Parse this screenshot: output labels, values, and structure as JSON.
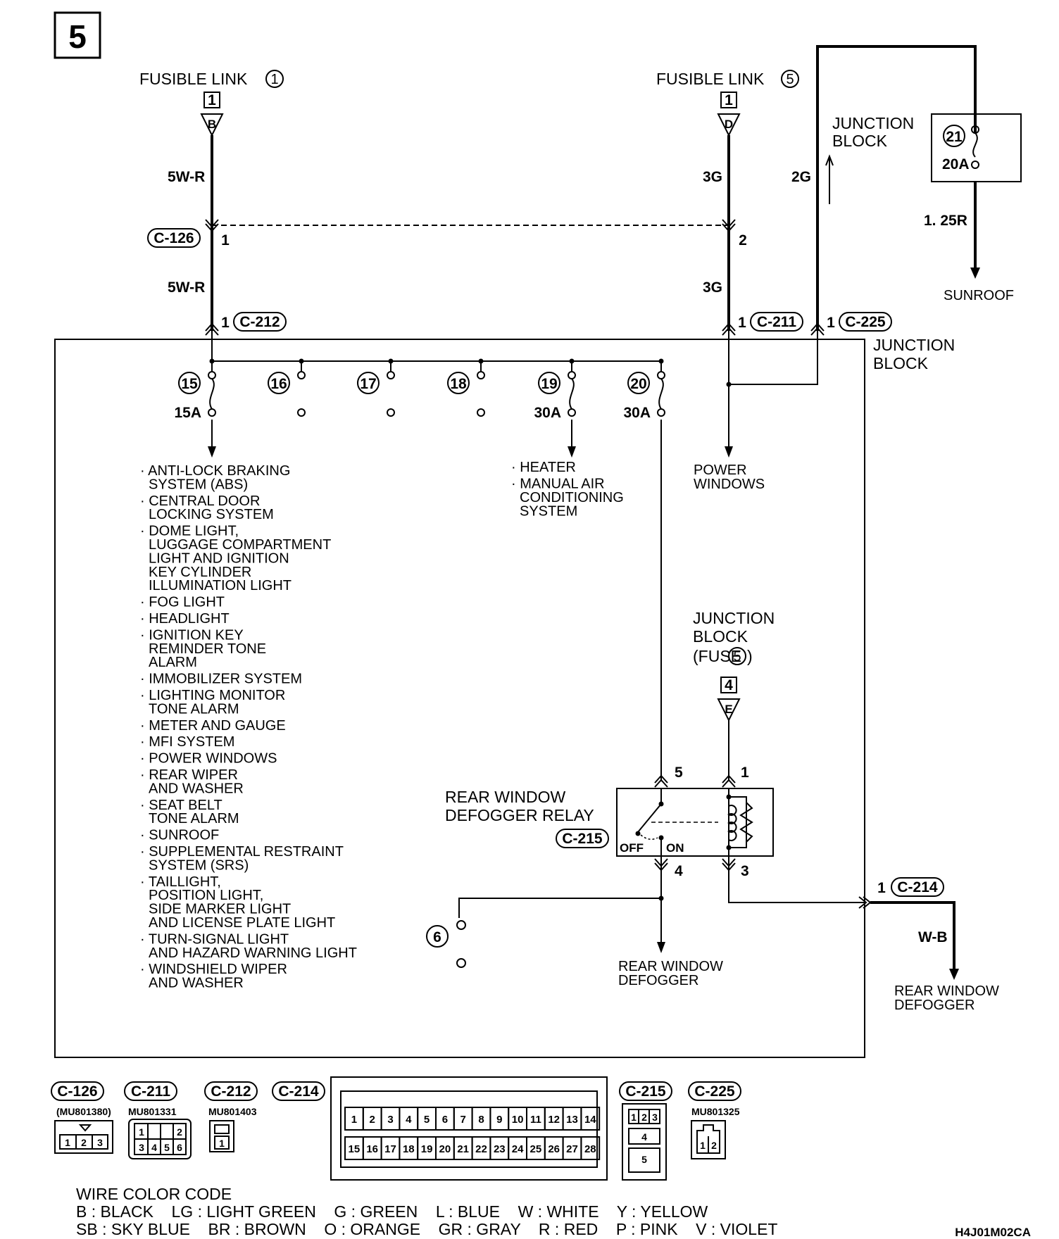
{
  "page_number": "5",
  "fusible_link_1": {
    "label": "FUSIBLE LINK",
    "num": "1",
    "term": "1",
    "pin": "B"
  },
  "fusible_link_5": {
    "label": "FUSIBLE LINK",
    "num": "5",
    "term": "1",
    "pin": "D"
  },
  "junction_block_top": {
    "label1": "JUNCTION",
    "label2": "BLOCK",
    "fuse_num": "21",
    "fuse_amp": "20A"
  },
  "junction_block_main": {
    "label1": "JUNCTION",
    "label2": "BLOCK"
  },
  "junction_block_fuse5": {
    "label1": "JUNCTION",
    "label2": "BLOCK",
    "label3": "(FUSE",
    "num": "5",
    "label3_end": ")",
    "term": "4",
    "pin": "E"
  },
  "wires": {
    "w5wr_top": "5W-R",
    "w5wr_bot": "5W-R",
    "w3g_top": "3G",
    "w3g_bot": "3G",
    "w2g": "2G",
    "w125r": "1. 25R",
    "wwb": "W-B"
  },
  "connectors": {
    "c126": "C-126",
    "c126_pin1": "1",
    "c126_pin2": "2",
    "c212": "C-212",
    "c212_pin": "1",
    "c211": "C-211",
    "c211_pin": "1",
    "c225": "C-225",
    "c225_pin": "1",
    "c214": "C-214",
    "c214_pin": "1",
    "c215": "C-215"
  },
  "fuses": [
    {
      "num": "15",
      "amp": "15A"
    },
    {
      "num": "16",
      "amp": ""
    },
    {
      "num": "17",
      "amp": ""
    },
    {
      "num": "18",
      "amp": ""
    },
    {
      "num": "19",
      "amp": "30A"
    },
    {
      "num": "20",
      "amp": "30A"
    }
  ],
  "fuse6": "6",
  "sunroof_label": "SUNROOF",
  "power_windows_label": [
    "POWER",
    "WINDOWS"
  ],
  "heater_list": [
    [
      "· HEATER"
    ],
    [
      "· MANUAL AIR",
      "CONDITIONING",
      "SYSTEM"
    ]
  ],
  "system_list": [
    [
      "· ANTI-LOCK BRAKING",
      "SYSTEM (ABS)"
    ],
    [
      "· CENTRAL DOOR",
      "LOCKING SYSTEM"
    ],
    [
      "· DOME LIGHT,",
      "LUGGAGE COMPARTMENT",
      "LIGHT AND IGNITION",
      "KEY CYLINDER",
      "ILLUMINATION LIGHT"
    ],
    [
      "· FOG LIGHT"
    ],
    [
      "· HEADLIGHT"
    ],
    [
      "· IGNITION KEY",
      "REMINDER TONE",
      "ALARM"
    ],
    [
      "· IMMOBILIZER SYSTEM"
    ],
    [
      "· LIGHTING MONITOR",
      "TONE ALARM"
    ],
    [
      "· METER AND GAUGE"
    ],
    [
      "· MFI SYSTEM"
    ],
    [
      "· POWER WINDOWS"
    ],
    [
      "· REAR WIPER",
      "AND WASHER"
    ],
    [
      "· SEAT BELT",
      "TONE ALARM"
    ],
    [
      "· SUNROOF"
    ],
    [
      "· SUPPLEMENTAL RESTRAINT",
      "SYSTEM (SRS)"
    ],
    [
      "· TAILLIGHT,",
      "POSITION LIGHT,",
      "SIDE MARKER LIGHT",
      "AND LICENSE PLATE LIGHT"
    ],
    [
      "· TURN-SIGNAL LIGHT",
      "AND HAZARD WARNING LIGHT"
    ],
    [
      "· WINDSHIELD WIPER",
      "AND WASHER"
    ]
  ],
  "relay": {
    "label1": "REAR WINDOW",
    "label2": "DEFOGGER RELAY",
    "pin5": "5",
    "pin1": "1",
    "pin4": "4",
    "pin3": "3",
    "off": "OFF",
    "on": "ON"
  },
  "rear_defogger_inner": [
    "REAR WINDOW",
    "DEFOGGER"
  ],
  "rear_defogger_outer": [
    "REAR WINDOW",
    "DEFOGGER"
  ],
  "legend_connectors": [
    {
      "id": "C-126",
      "part": "(MU801380)",
      "pins": [
        "1",
        "2",
        "3"
      ]
    },
    {
      "id": "C-211",
      "part": "MU801331",
      "pins": [
        "1",
        "2",
        "3",
        "4",
        "5",
        "6"
      ]
    },
    {
      "id": "C-212",
      "part": "MU801403",
      "pins": [
        "1"
      ]
    },
    {
      "id": "C-214",
      "part": "",
      "pins": [
        "1",
        "2",
        "3",
        "4",
        "5",
        "6",
        "7",
        "8",
        "9",
        "10",
        "11",
        "12",
        "13",
        "14",
        "15",
        "16",
        "17",
        "18",
        "19",
        "20",
        "21",
        "22",
        "23",
        "24",
        "25",
        "26",
        "27",
        "28"
      ]
    },
    {
      "id": "C-215",
      "part": "",
      "pins": [
        "1",
        "2",
        "3",
        "4",
        "5"
      ]
    },
    {
      "id": "C-225",
      "part": "MU801325",
      "pins": [
        "1",
        "2"
      ]
    }
  ],
  "wire_color_code": {
    "title": "WIRE COLOR CODE",
    "line1": "B : BLACK    LG : LIGHT GREEN    G : GREEN    L : BLUE    W : WHITE    Y : YELLOW",
    "line2": "SB : SKY BLUE    BR : BROWN    O : ORANGE    GR : GRAY    R : RED    P : PINK    V : VIOLET"
  },
  "doc_code": "H4J01M02CA"
}
